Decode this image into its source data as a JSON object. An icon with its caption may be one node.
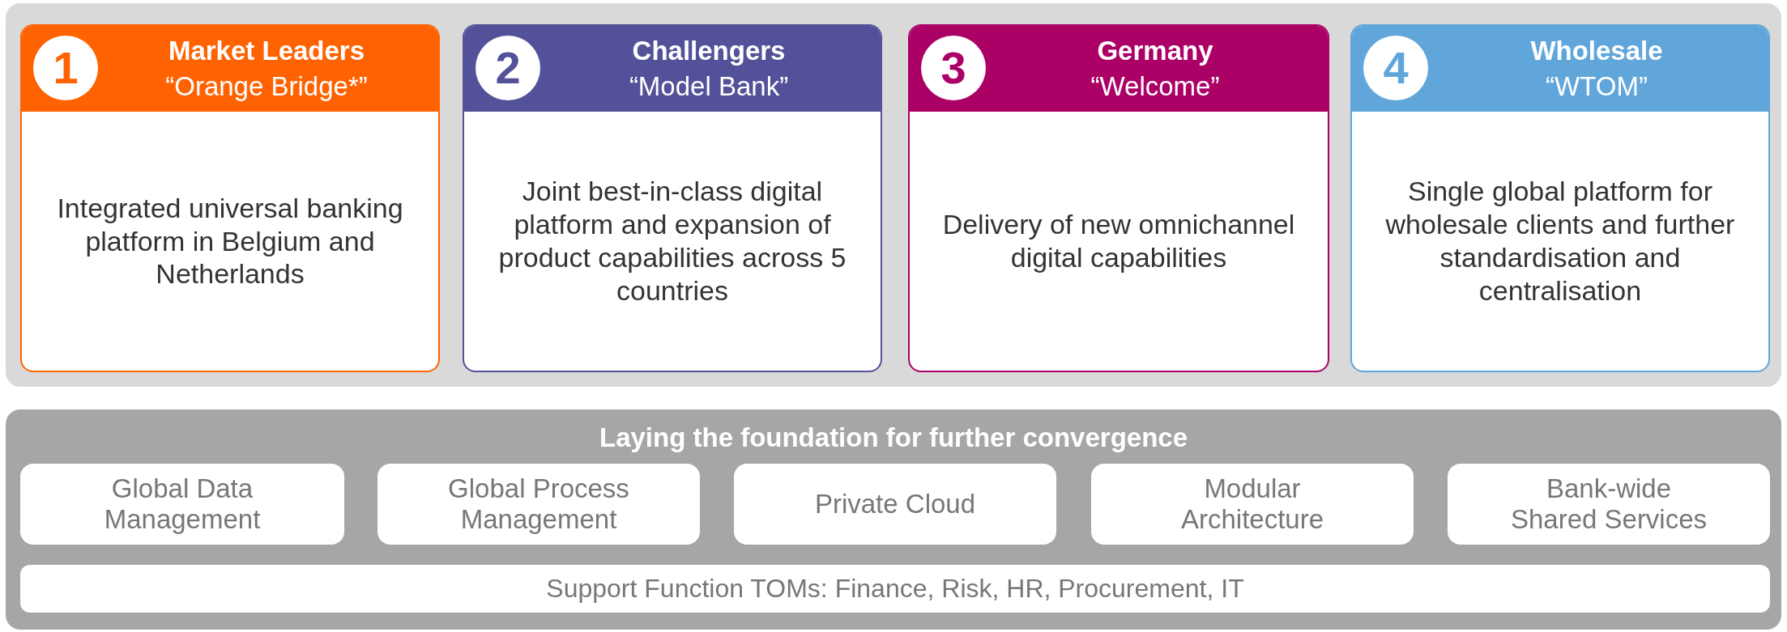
{
  "diagram": {
    "nodes": [
      {
        "text": [],
        "shape": "box"
      },
      {
        "text": [
          "1",
          "Market Leaders",
          "“Orange Bridge*”",
          "Integrated universal banking platform in Belgium and Netherlands"
        ],
        "in": 0
      },
      {
        "text": [
          "2",
          "Challengers",
          "“Model Bank”",
          "Joint best-in-class digital platform and expansion of product capabilities across 5 countries"
        ],
        "in": 0
      },
      {
        "text": [
          "3",
          "Germany",
          "“Welcome”",
          "Delivery of new omnichannel digital capabilities"
        ],
        "in": 0
      },
      {
        "text": [
          "4",
          "Wholesale",
          "“WTOM”",
          "Single global platform for wholesale clients and further standardisation and centralisation"
        ],
        "in": 0
      },
      {
        "text": [
          "Laying the foundation for further convergence"
        ]
      },
      {
        "text": [
          "Global Data Management"
        ],
        "in": 5
      },
      {
        "text": [
          "Global Process Management"
        ],
        "in": 5
      },
      {
        "text": [
          "Private Cloud"
        ],
        "in": 5
      },
      {
        "text": [
          "Modular Architecture"
        ],
        "in": 5
      },
      {
        "text": [
          "Bank-wide Shared Services"
        ],
        "in": 5
      },
      {
        "text": [
          "Support Function TOMs: Finance, Risk, HR, Procurement, IT"
        ],
        "in": 5
      }
    ]
  }
}
